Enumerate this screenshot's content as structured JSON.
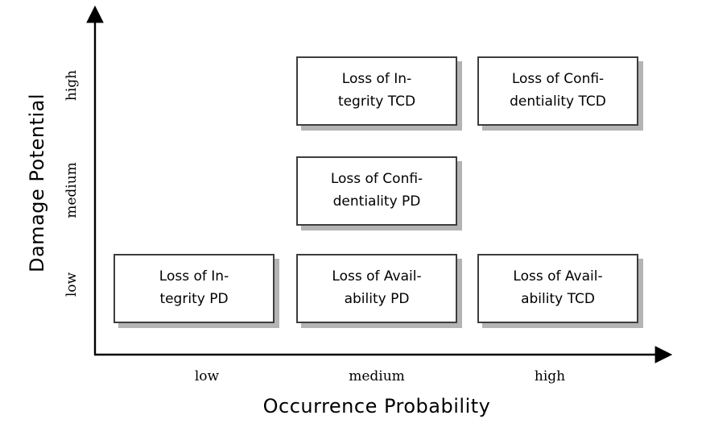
{
  "chart_data": {
    "type": "table",
    "title": "",
    "xlabel": "Occurrence Probability",
    "ylabel": "Damage Potential",
    "x_categories": [
      "low",
      "medium",
      "high"
    ],
    "y_categories": [
      "low",
      "medium",
      "high"
    ],
    "grid": false,
    "legend": "none",
    "cells": [
      {
        "x": "medium",
        "y": "high",
        "label": "Loss of Integrity TCD",
        "line1": "Loss of In-",
        "line2": "tegrity TCD"
      },
      {
        "x": "high",
        "y": "high",
        "label": "Loss of Confidentiality TCD",
        "line1": "Loss of Confi-",
        "line2": "dentiality TCD"
      },
      {
        "x": "medium",
        "y": "medium",
        "label": "Loss of Confidentiality PD",
        "line1": "Loss of Confi-",
        "line2": "dentiality PD"
      },
      {
        "x": "low",
        "y": "low",
        "label": "Loss of Integrity PD",
        "line1": "Loss of In-",
        "line2": "tegrity PD"
      },
      {
        "x": "medium",
        "y": "low",
        "label": "Loss of Availability PD",
        "line1": "Loss of Avail-",
        "line2": "ability PD"
      },
      {
        "x": "high",
        "y": "low",
        "label": "Loss of Availability TCD",
        "line1": "Loss of Avail-",
        "line2": "ability TCD"
      }
    ]
  },
  "axes": {
    "y_title": "Damage Potential",
    "x_title": "Occurrence Probability",
    "y_ticks": [
      "high",
      "medium",
      "low"
    ],
    "x_ticks": [
      "low",
      "medium",
      "high"
    ]
  },
  "boxes": [
    {
      "line1": "Loss of In-",
      "line2": "tegrity TCD"
    },
    {
      "line1": "Loss of Confi-",
      "line2": "dentiality TCD"
    },
    {
      "line1": "Loss of Confi-",
      "line2": "dentiality PD"
    },
    {
      "line1": "Loss of In-",
      "line2": "tegrity PD"
    },
    {
      "line1": "Loss of Avail-",
      "line2": "ability PD"
    },
    {
      "line1": "Loss of Avail-",
      "line2": "ability TCD"
    }
  ],
  "colors": {
    "background": "#ffffff",
    "box_fill": "#ffffff",
    "box_border": "#3d3d3d",
    "box_shadow": "#b4b4b4",
    "axis": "#000000",
    "text": "#000000"
  }
}
